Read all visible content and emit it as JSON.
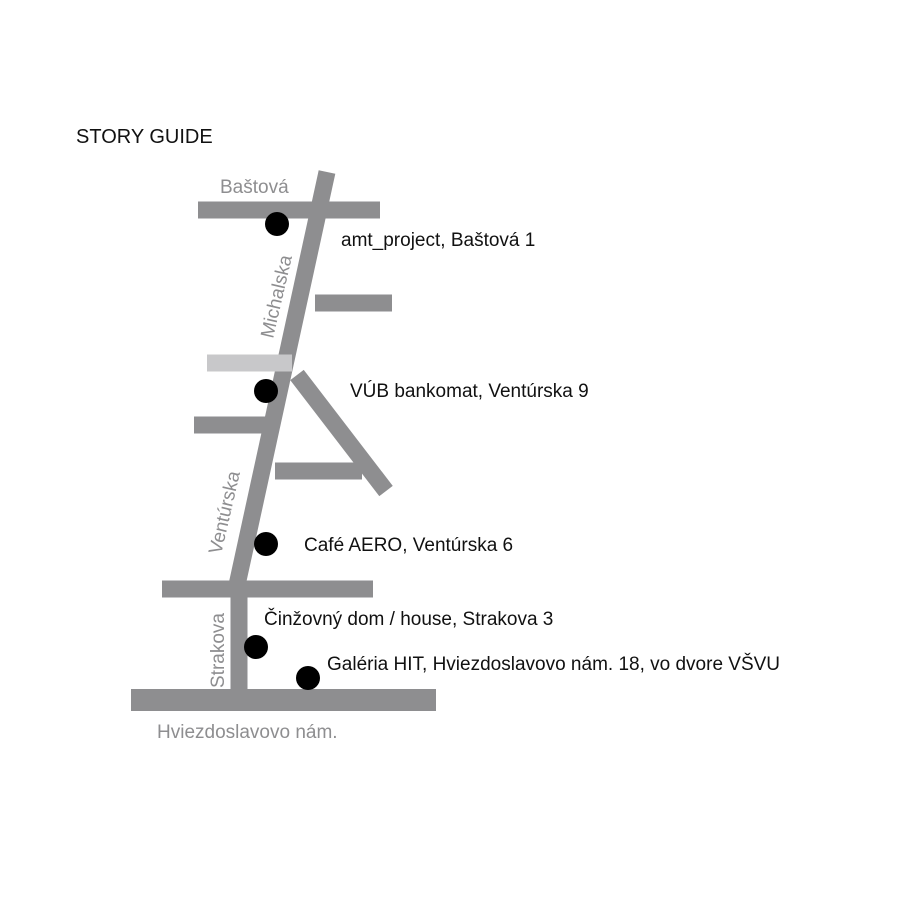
{
  "title": "STORY GUIDE",
  "colors": {
    "road": "#8e8e90",
    "road_light": "#c8c8ca",
    "marker": "#000000",
    "street_label": "#8e8e90",
    "text": "#111111",
    "background": "#ffffff"
  },
  "streets": {
    "bastova": "Baštová",
    "michalska": "Michalska",
    "venturska": "Ventúrska",
    "strakova": "Strakova",
    "hviezdoslavovo": "Hviezdoslavovo nám."
  },
  "places": [
    {
      "label": "amt_project, Baštová 1"
    },
    {
      "label": "VÚB bankomat, Ventúrska 9"
    },
    {
      "label": "Café AERO, Ventúrska 6"
    },
    {
      "label": "Činžovný dom / house, Strakova 3"
    },
    {
      "label": "Galéria HIT, Hviezdoslavovo nám. 18, vo dvore VŠVU"
    }
  ]
}
